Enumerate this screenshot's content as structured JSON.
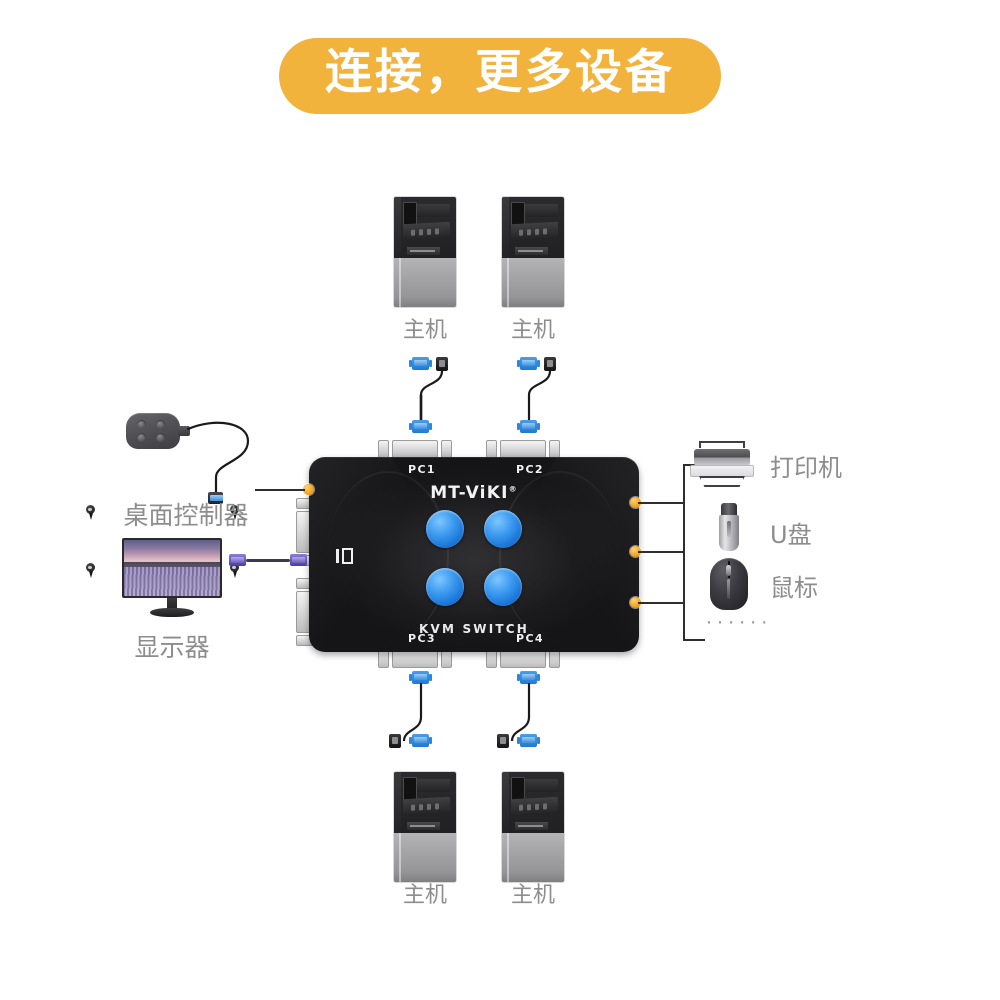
{
  "banner": {
    "text": "连接，更多设备",
    "bg_color": "#f2b33c",
    "text_color": "#ffffff"
  },
  "device": {
    "brand": "MT-ViKI",
    "brand_mark": "®",
    "model_text": "KVM SWITCH",
    "io_icon": "io-console-icon",
    "buttons": [
      {
        "name": "channel-1",
        "color": "#2f8ce0"
      },
      {
        "name": "channel-2",
        "color": "#2f8ce0"
      },
      {
        "name": "channel-3",
        "color": "#2f8ce0"
      },
      {
        "name": "channel-4",
        "color": "#2f8ce0"
      }
    ],
    "ports": {
      "top": [
        {
          "label": "PC1"
        },
        {
          "label": "PC2"
        }
      ],
      "bottom": [
        {
          "label": "PC3"
        },
        {
          "label": "PC4"
        }
      ]
    },
    "connector_dot_color": "#f5a623"
  },
  "hosts": {
    "label": "主机",
    "top": [
      {
        "label": "主机"
      },
      {
        "label": "主机"
      }
    ],
    "bottom": [
      {
        "label": "主机"
      },
      {
        "label": "主机"
      }
    ]
  },
  "left_panel": {
    "controller": {
      "label": "桌面控制器",
      "icon": "desktop-controller-icon"
    },
    "monitor": {
      "label": "显示器",
      "icon": "monitor-icon"
    },
    "cable": {
      "name": "vga-cable",
      "color": "#5a4fb0"
    }
  },
  "right_panel": {
    "items": [
      {
        "label": "打印机",
        "icon": "printer-icon"
      },
      {
        "label": "U盘",
        "icon": "usb-drive-icon"
      },
      {
        "label": "鼠标",
        "icon": "mouse-icon"
      }
    ],
    "more": "······"
  },
  "cables": {
    "vga_connector_color": "#2f8ce0",
    "usb_connector_color": "#1a1a1c"
  }
}
